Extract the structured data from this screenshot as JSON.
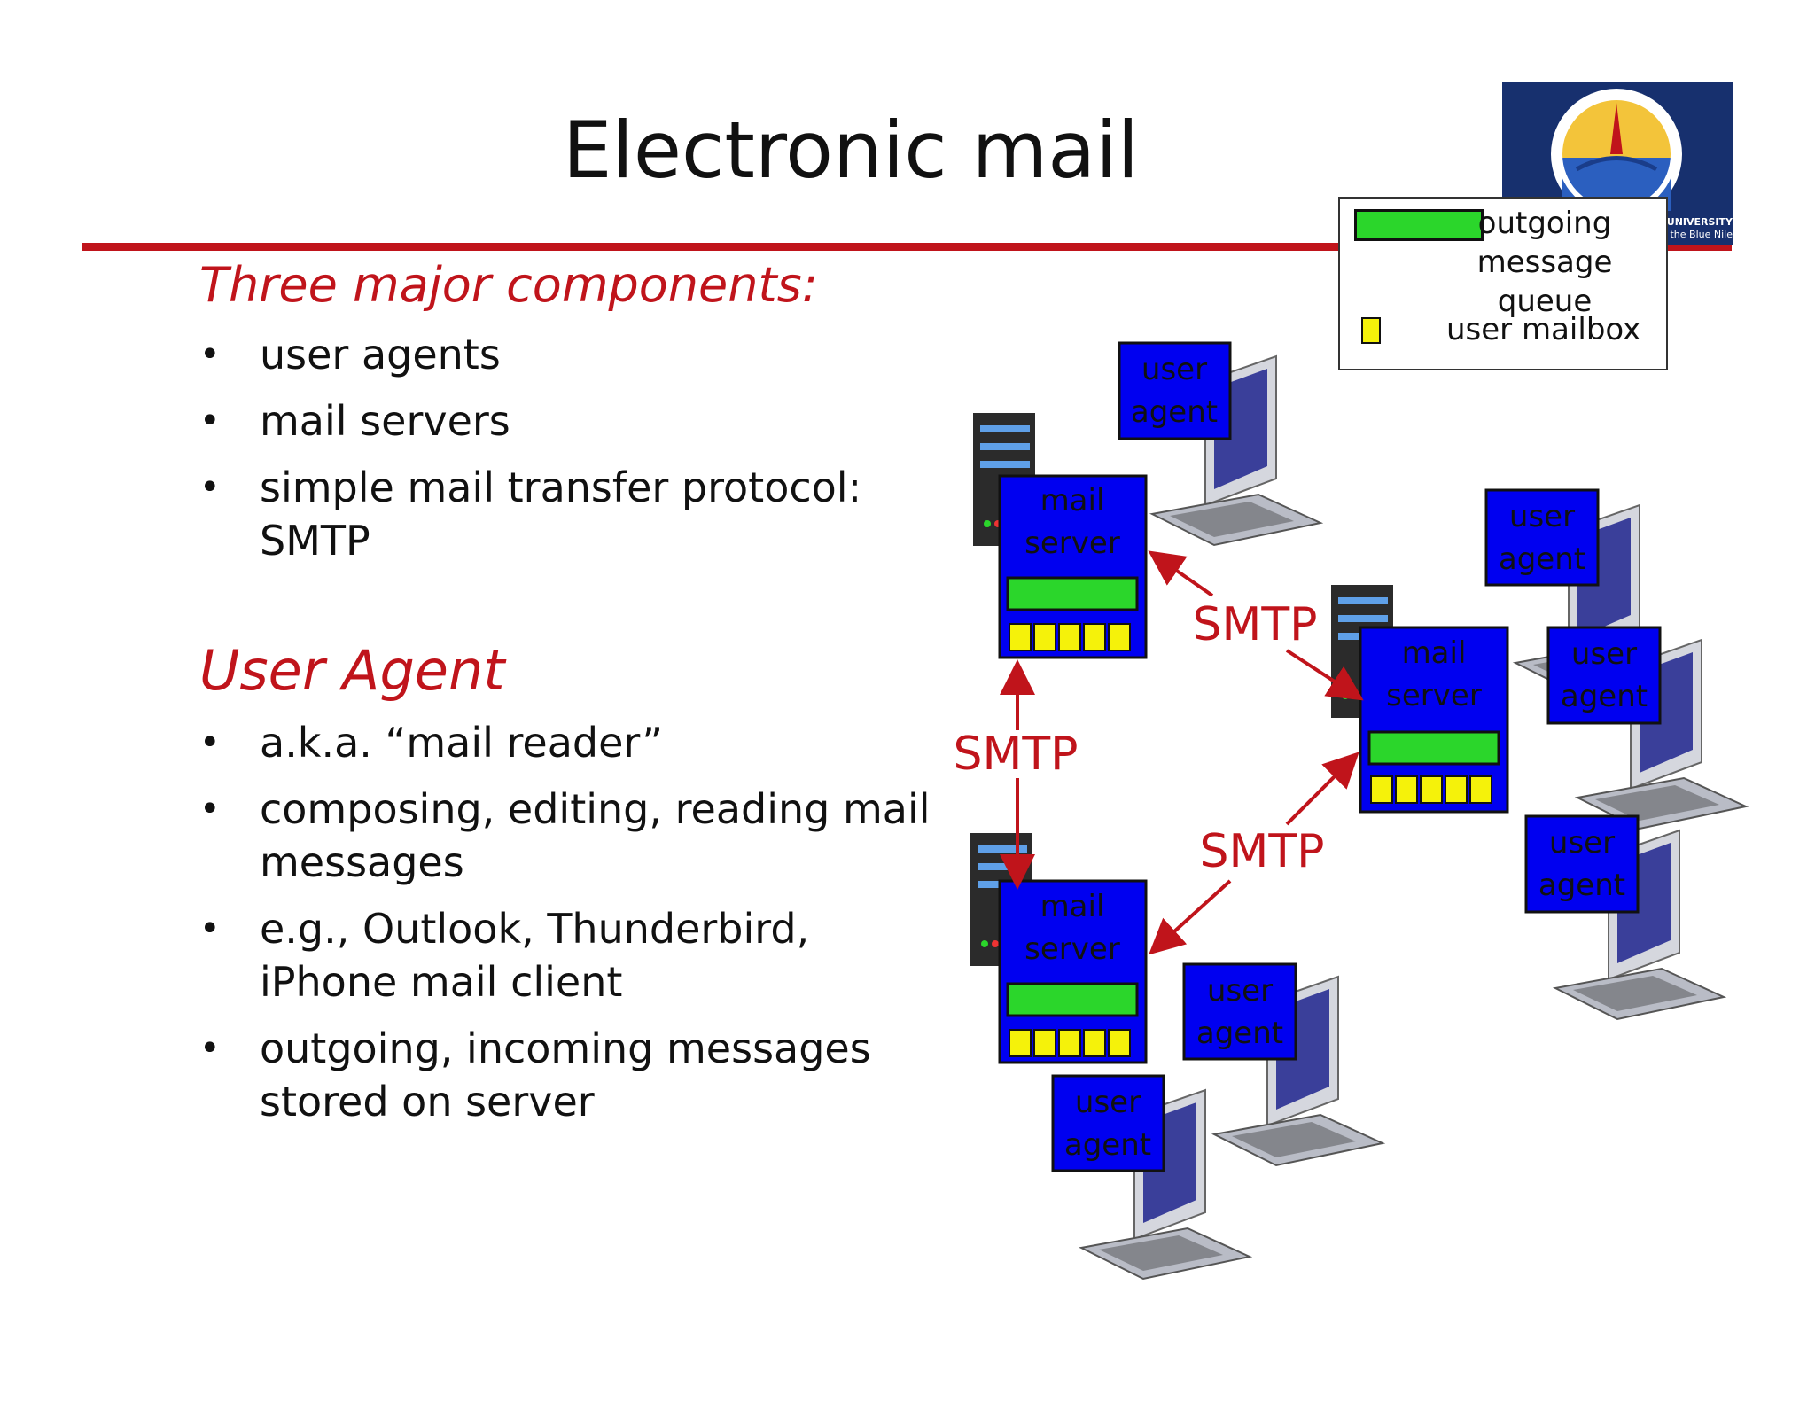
{
  "title": "Electronic mail",
  "logo": {
    "caption_line1": "BAHIR DAR UNIVERSITY",
    "caption_line2": "Wisdom at the Source of the Blue Nile"
  },
  "section1": {
    "heading": "Three major components:",
    "bullets": [
      "user agents",
      "mail servers",
      "simple mail transfer protocol: SMTP"
    ]
  },
  "section2": {
    "heading": "User Agent",
    "bullets": [
      "a.k.a. “mail reader”",
      "composing, editing, reading mail messages",
      "e.g., Outlook, Thunderbird, iPhone mail client",
      "outgoing, incoming messages stored on server"
    ]
  },
  "legend": {
    "queue_label": "outgoing message queue",
    "mailbox_label": "user mailbox"
  },
  "diagram": {
    "user_agent_label_1": "user",
    "user_agent_label_2": "agent",
    "mail_server_label_1": "mail",
    "mail_server_label_2": "server",
    "protocol_label": "SMTP"
  },
  "colors": {
    "accent_red": "#c0141b",
    "box_blue": "#0000f0",
    "queue_green": "#2bd62b",
    "mailbox_yellow": "#f5f20a"
  }
}
